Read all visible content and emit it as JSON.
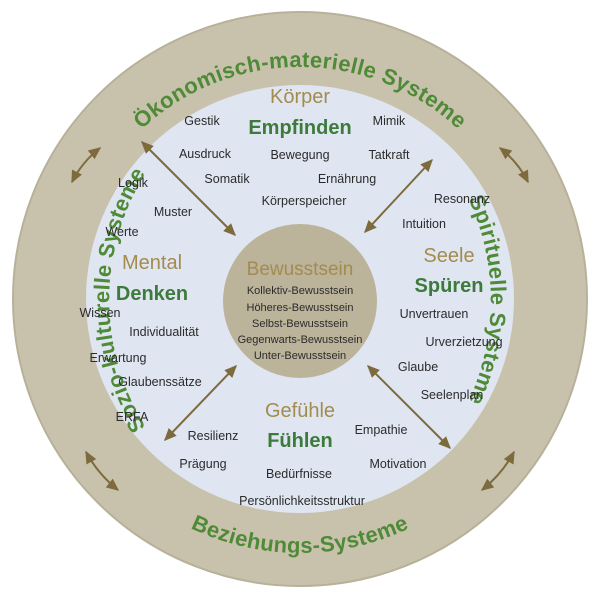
{
  "colors": {
    "outer_ring": "#c8c2ad",
    "outer_ring_edge": "#b8b19a",
    "inner_disc": "#dfe6f1",
    "core": "#bcb39b",
    "title_gold": "#a48b4e",
    "subtitle_green": "#3d7a3c",
    "ring_text_green": "#4f8a37",
    "text_dark": "#2b2b2b",
    "arrow": "#7d6b3e"
  },
  "ring_labels": {
    "top": "Ökonomisch-materielle Systeme",
    "left": "Sozio-kulturelle Systeme",
    "right": "Spirituelle Systeme",
    "bottom": "Beziehungs-Systeme"
  },
  "sections": {
    "koerper": {
      "title": "Körper",
      "subtitle": "Empfinden",
      "words": [
        "Gestik",
        "Mimik",
        "Ausdruck",
        "Bewegung",
        "Tatkraft",
        "Somatik",
        "Ernährung",
        "Körperspeicher"
      ]
    },
    "mental": {
      "title": "Mental",
      "subtitle": "Denken",
      "words": [
        "Logik",
        "Muster",
        "Werte",
        "Wissen",
        "Individualität",
        "Erwartung",
        "Glaubenssätze",
        "ERFA"
      ]
    },
    "seele": {
      "title": "Seele",
      "subtitle": "Spüren",
      "words": [
        "Resonanz",
        "Intuition",
        "Unvertrauen",
        "Urverzietzung",
        "Glaube",
        "Seelenplan"
      ]
    },
    "gefuehle": {
      "title": "Gefühle",
      "subtitle": "Fühlen",
      "words": [
        "Resilienz",
        "Empathie",
        "Prägung",
        "Bedürfnisse",
        "Motivation",
        "Persönlichkeitsstruktur"
      ]
    }
  },
  "core": {
    "title": "Bewusstsein",
    "lines": [
      "Kollektiv-Bewusstsein",
      "Höheres-Bewusstsein",
      "Selbst-Bewusstsein",
      "Gegenwarts-Bewusstsein",
      "Unter-Bewusstsein"
    ]
  }
}
